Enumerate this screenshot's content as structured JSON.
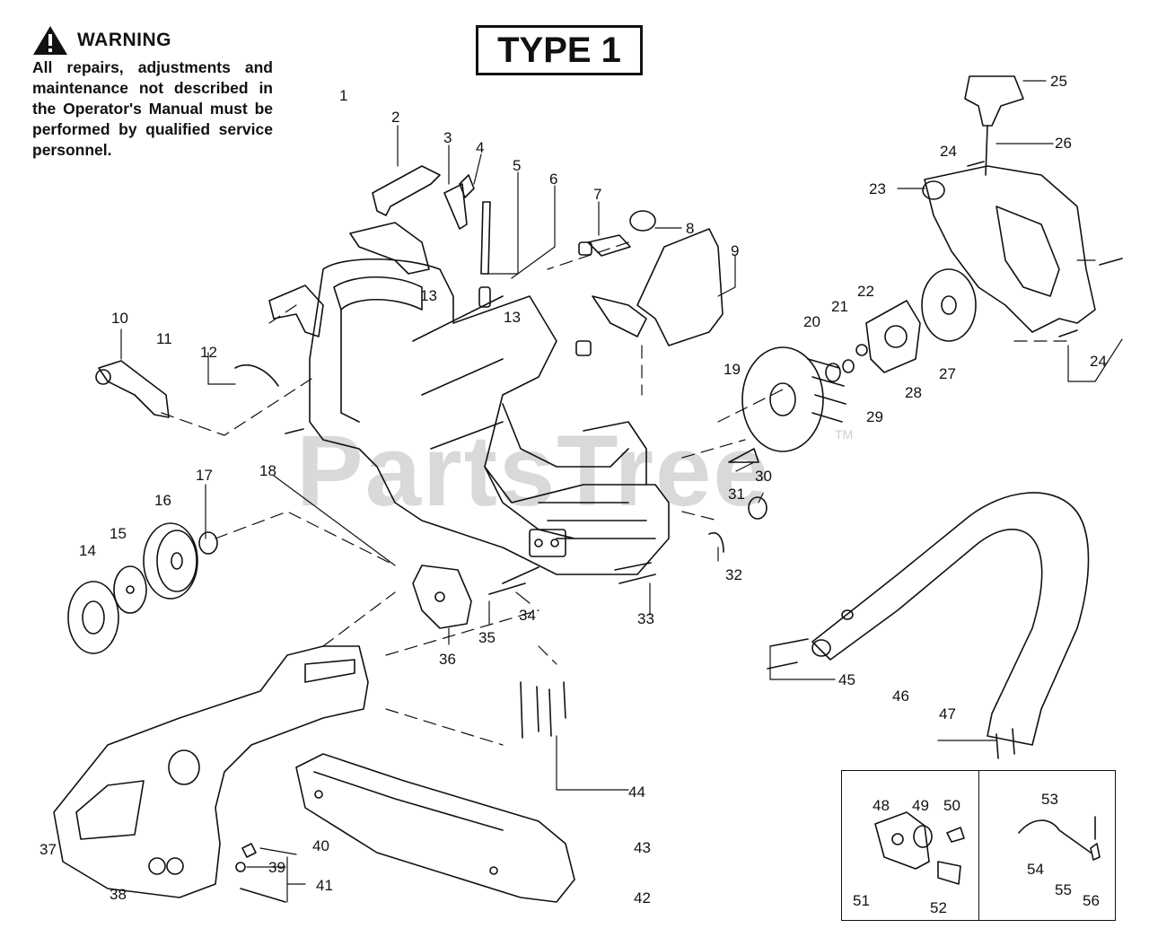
{
  "warning": {
    "title": "WARNING",
    "text": "All repairs, adjustments and maintenance not described in the Operator's Manual must be performed by qualified service personnel."
  },
  "type_label": "TYPE 1",
  "watermark": {
    "text": "PartsTree",
    "tm": "TM"
  },
  "callouts": [
    "1",
    "2",
    "3",
    "4",
    "5",
    "6",
    "7",
    "8",
    "9",
    "10",
    "11",
    "12",
    "13",
    "13",
    "14",
    "15",
    "16",
    "17",
    "18",
    "19",
    "20",
    "21",
    "22",
    "23",
    "24",
    "24",
    "25",
    "26",
    "27",
    "28",
    "29",
    "30",
    "31",
    "32",
    "33",
    "34",
    "35",
    "36",
    "37",
    "38",
    "39",
    "40",
    "41",
    "42",
    "43",
    "44",
    "45",
    "46",
    "47",
    "48",
    "49",
    "50",
    "51",
    "52",
    "53",
    "54",
    "55",
    "56"
  ]
}
